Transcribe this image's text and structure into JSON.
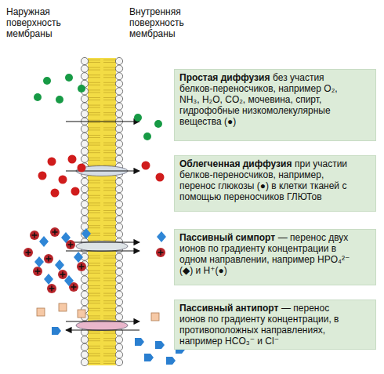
{
  "diagram": {
    "nodes": [
      {
        "text": [
          "Простая диффузия",
          "без участия белков-переносчиков, например O₂, NH₃, H₂O, CO₂, мочевина, спирт, гидрофобные низкомолекулярные вещества (●)"
        ]
      },
      {
        "text": [
          "Облегченная диффузия",
          "при участии белков-переносчиков, например, перенос глюкозы (●) в клетки тканей с помощью переносчиков ГЛЮТов"
        ]
      },
      {
        "text": [
          "Пассивный симпорт",
          "— перенос двух ионов по градиенту концентрации в одном направлении, например HPO₄²⁻ (◆) и H⁺(●)"
        ]
      },
      {
        "text": [
          "Пассивный антипорт",
          "— перенос ионов по градиенту концентрации, в противоположных направлениях, например HCO₃⁻ и Cl⁻"
        ]
      }
    ],
    "labels": [
      "Наружная поверхность мембраны",
      "Внутренняя поверхность мембраны"
    ]
  }
}
